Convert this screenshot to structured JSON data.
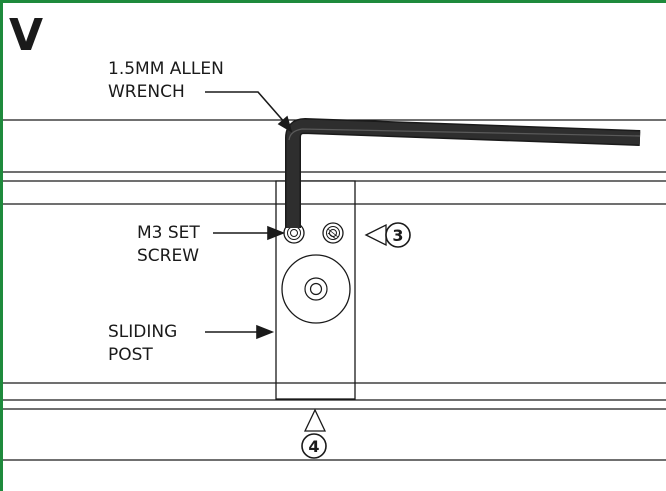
{
  "step_letter": "V",
  "colors": {
    "frame": "#1e8a3c",
    "ink": "#1a1a1a",
    "wrench": "#2e2e2e"
  },
  "labels": {
    "wrench_line1": "1.5MM ALLEN",
    "wrench_line2": "WRENCH",
    "setscrew_line1": "M3 SET",
    "setscrew_line2": "SCREW",
    "post_line1": "SLIDING",
    "post_line2": "POST"
  },
  "callouts": {
    "three": "3",
    "four": "4"
  },
  "icons": [
    "callout-arrow",
    "allen-wrench",
    "set-screw",
    "bearing"
  ]
}
